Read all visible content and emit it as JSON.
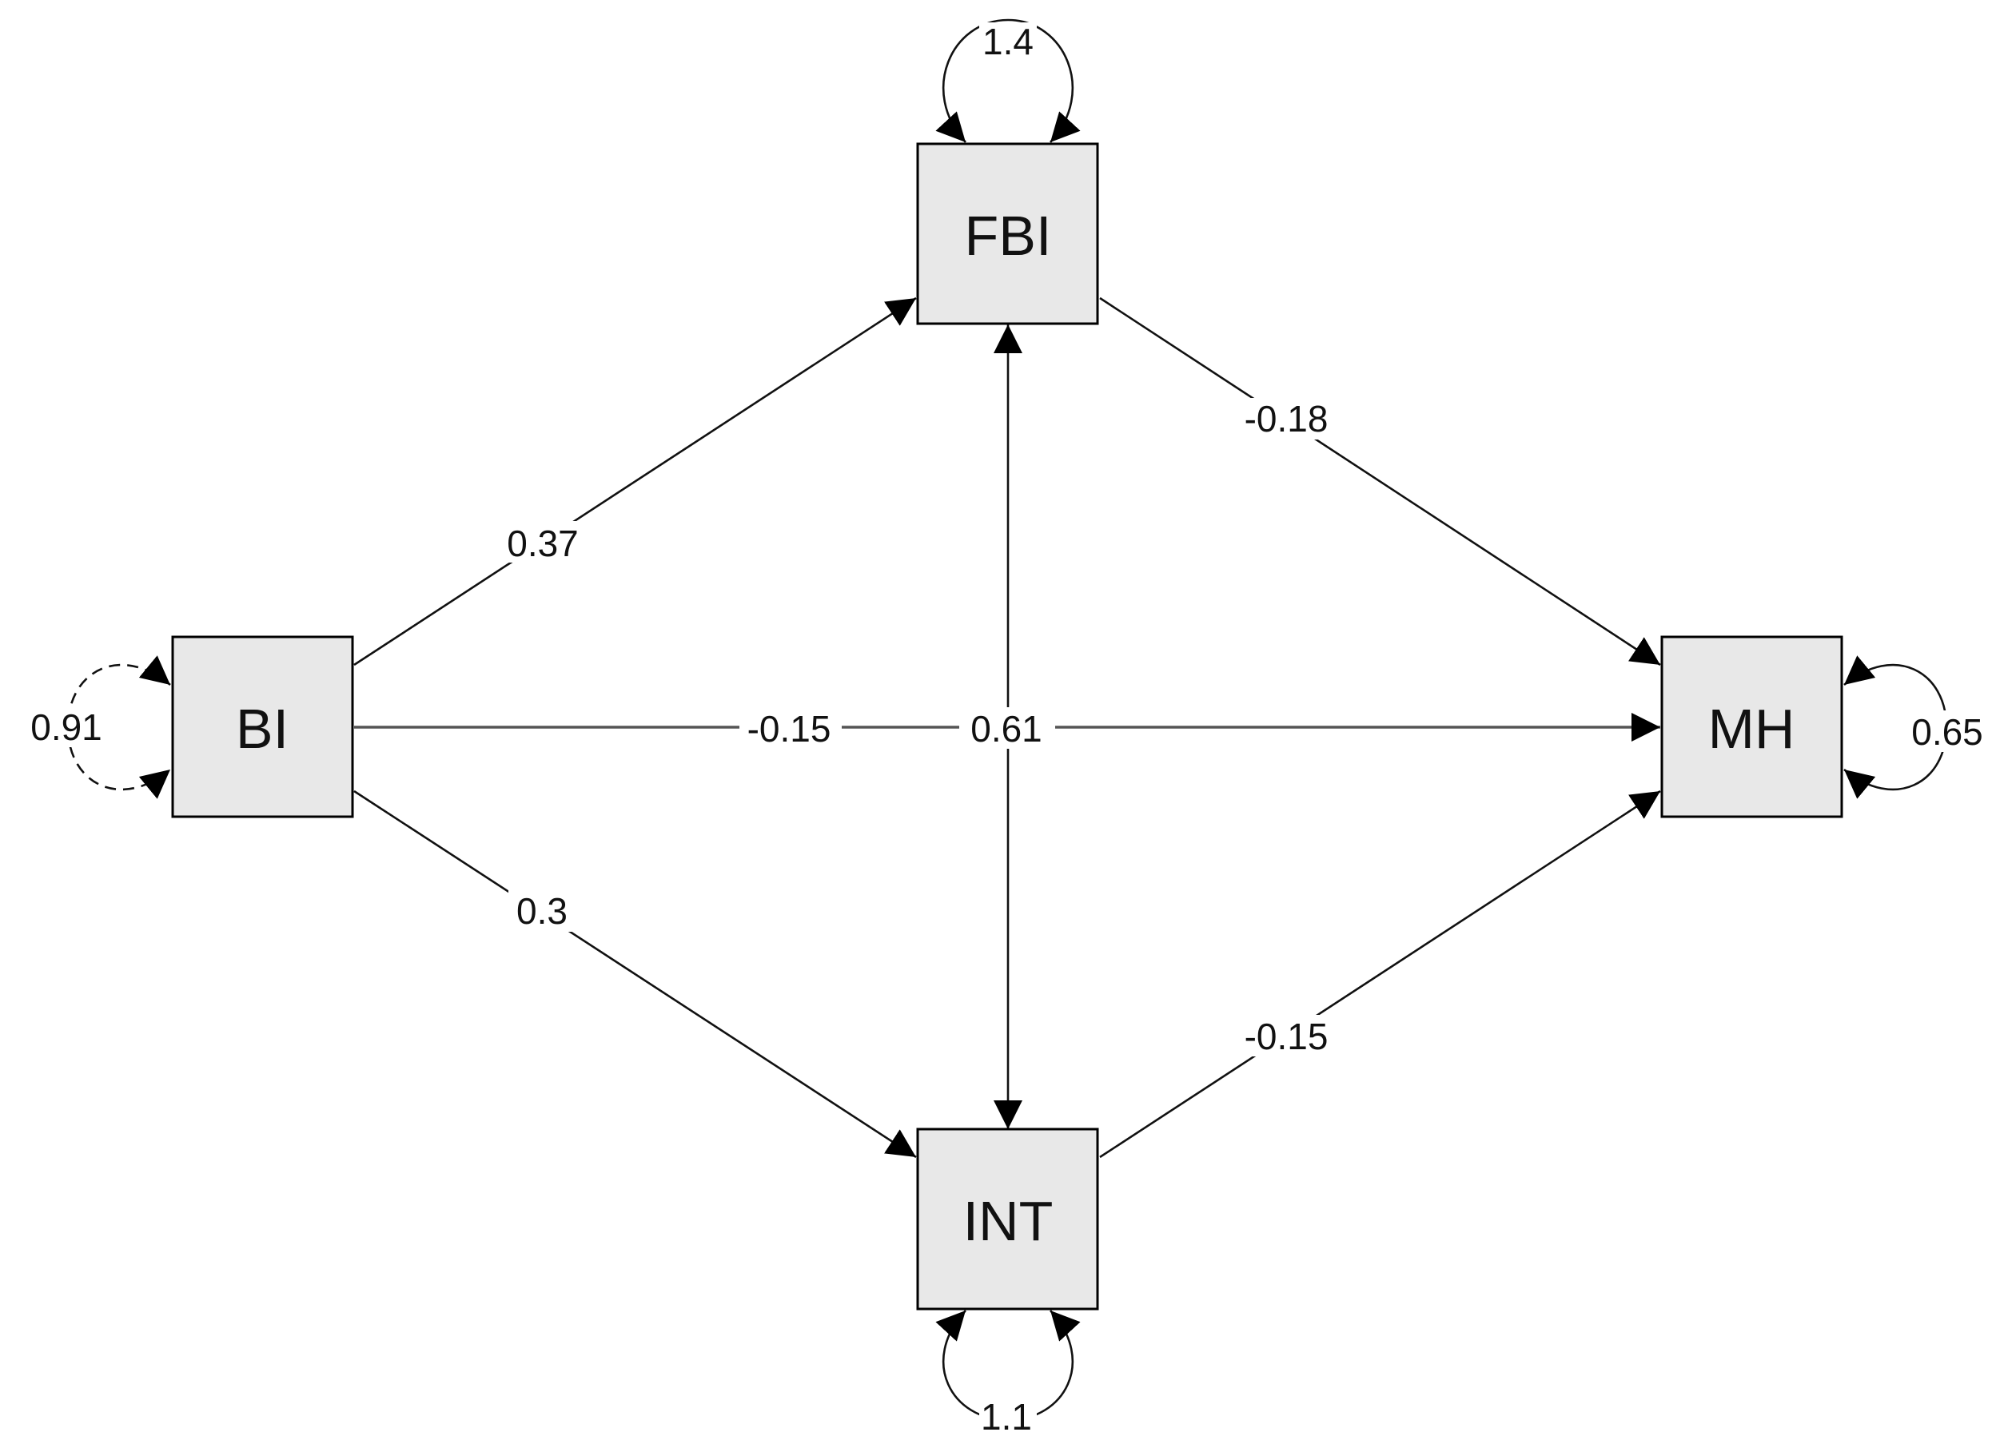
{
  "nodes": {
    "bi": {
      "label": "BI"
    },
    "fbi": {
      "label": "FBI"
    },
    "int": {
      "label": "INT"
    },
    "mh": {
      "label": "MH"
    }
  },
  "paths": {
    "bi_fbi": "0.37",
    "bi_int": "0.3",
    "bi_mh": "-0.15",
    "fbi_mh": "-0.18",
    "int_mh": "-0.15",
    "fbi_int_cov": "0.61"
  },
  "variances": {
    "bi": "0.91",
    "fbi": "1.4",
    "int": "1.1",
    "mh": "0.65"
  },
  "colors": {
    "node_fill": "#e8e8e8",
    "stroke": "#111111",
    "background": "#ffffff"
  }
}
